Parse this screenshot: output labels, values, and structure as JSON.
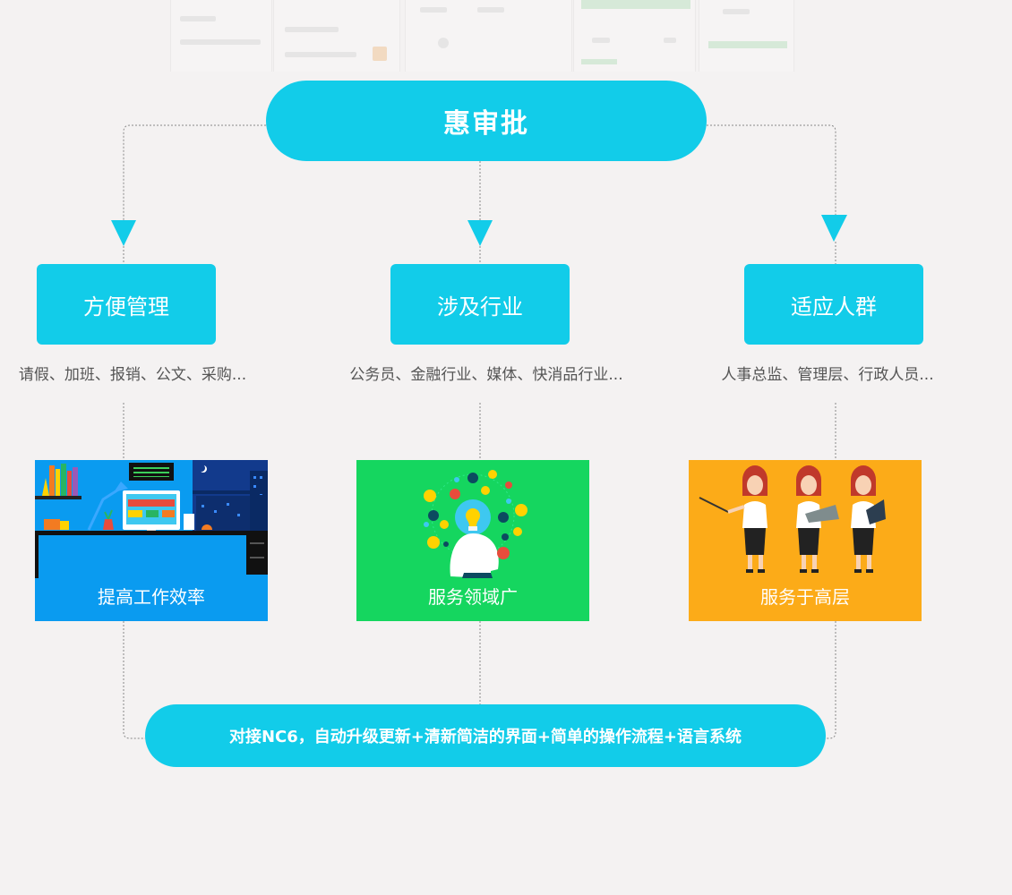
{
  "title": "惠审批",
  "colors": {
    "accent": "#12cce9",
    "card_blue": "#0a9bf0",
    "card_green": "#15d65f",
    "card_orange": "#fcab18",
    "connector": "#888888"
  },
  "categories": [
    {
      "label": "方便管理",
      "desc": "请假、加班、报销、公文、采购..."
    },
    {
      "label": "涉及行业",
      "desc": "公务员、金融行业、媒体、快消品行业..."
    },
    {
      "label": "适应人群",
      "desc": "人事总监、管理层、行政人员..."
    }
  ],
  "cards": [
    {
      "caption": "提高工作效率",
      "illustration": "office-desk-illustration"
    },
    {
      "caption": "服务领域广",
      "illustration": "lightbulb-head-illustration"
    },
    {
      "caption": "服务于高层",
      "illustration": "businesswomen-illustration"
    }
  ],
  "footer": "对接NC6，自动升级更新+清新简洁的界面+简单的操作流程+语言系统"
}
